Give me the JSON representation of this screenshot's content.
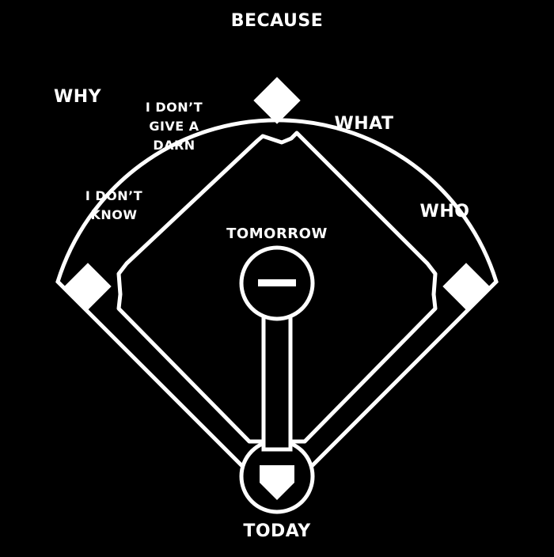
{
  "diagram": {
    "colors": {
      "background": "#000000",
      "foreground": "#ffffff"
    },
    "positions": {
      "center_field": "BECAUSE",
      "left_field": "WHY",
      "shortstop": [
        "I DON’T",
        "GIVE A",
        "DARN"
      ],
      "second_base": "WHAT",
      "third_base": [
        "I DON’T",
        "KNOW"
      ],
      "first_base": "WHO",
      "pitcher": "TOMORROW",
      "catcher": "TODAY"
    }
  }
}
